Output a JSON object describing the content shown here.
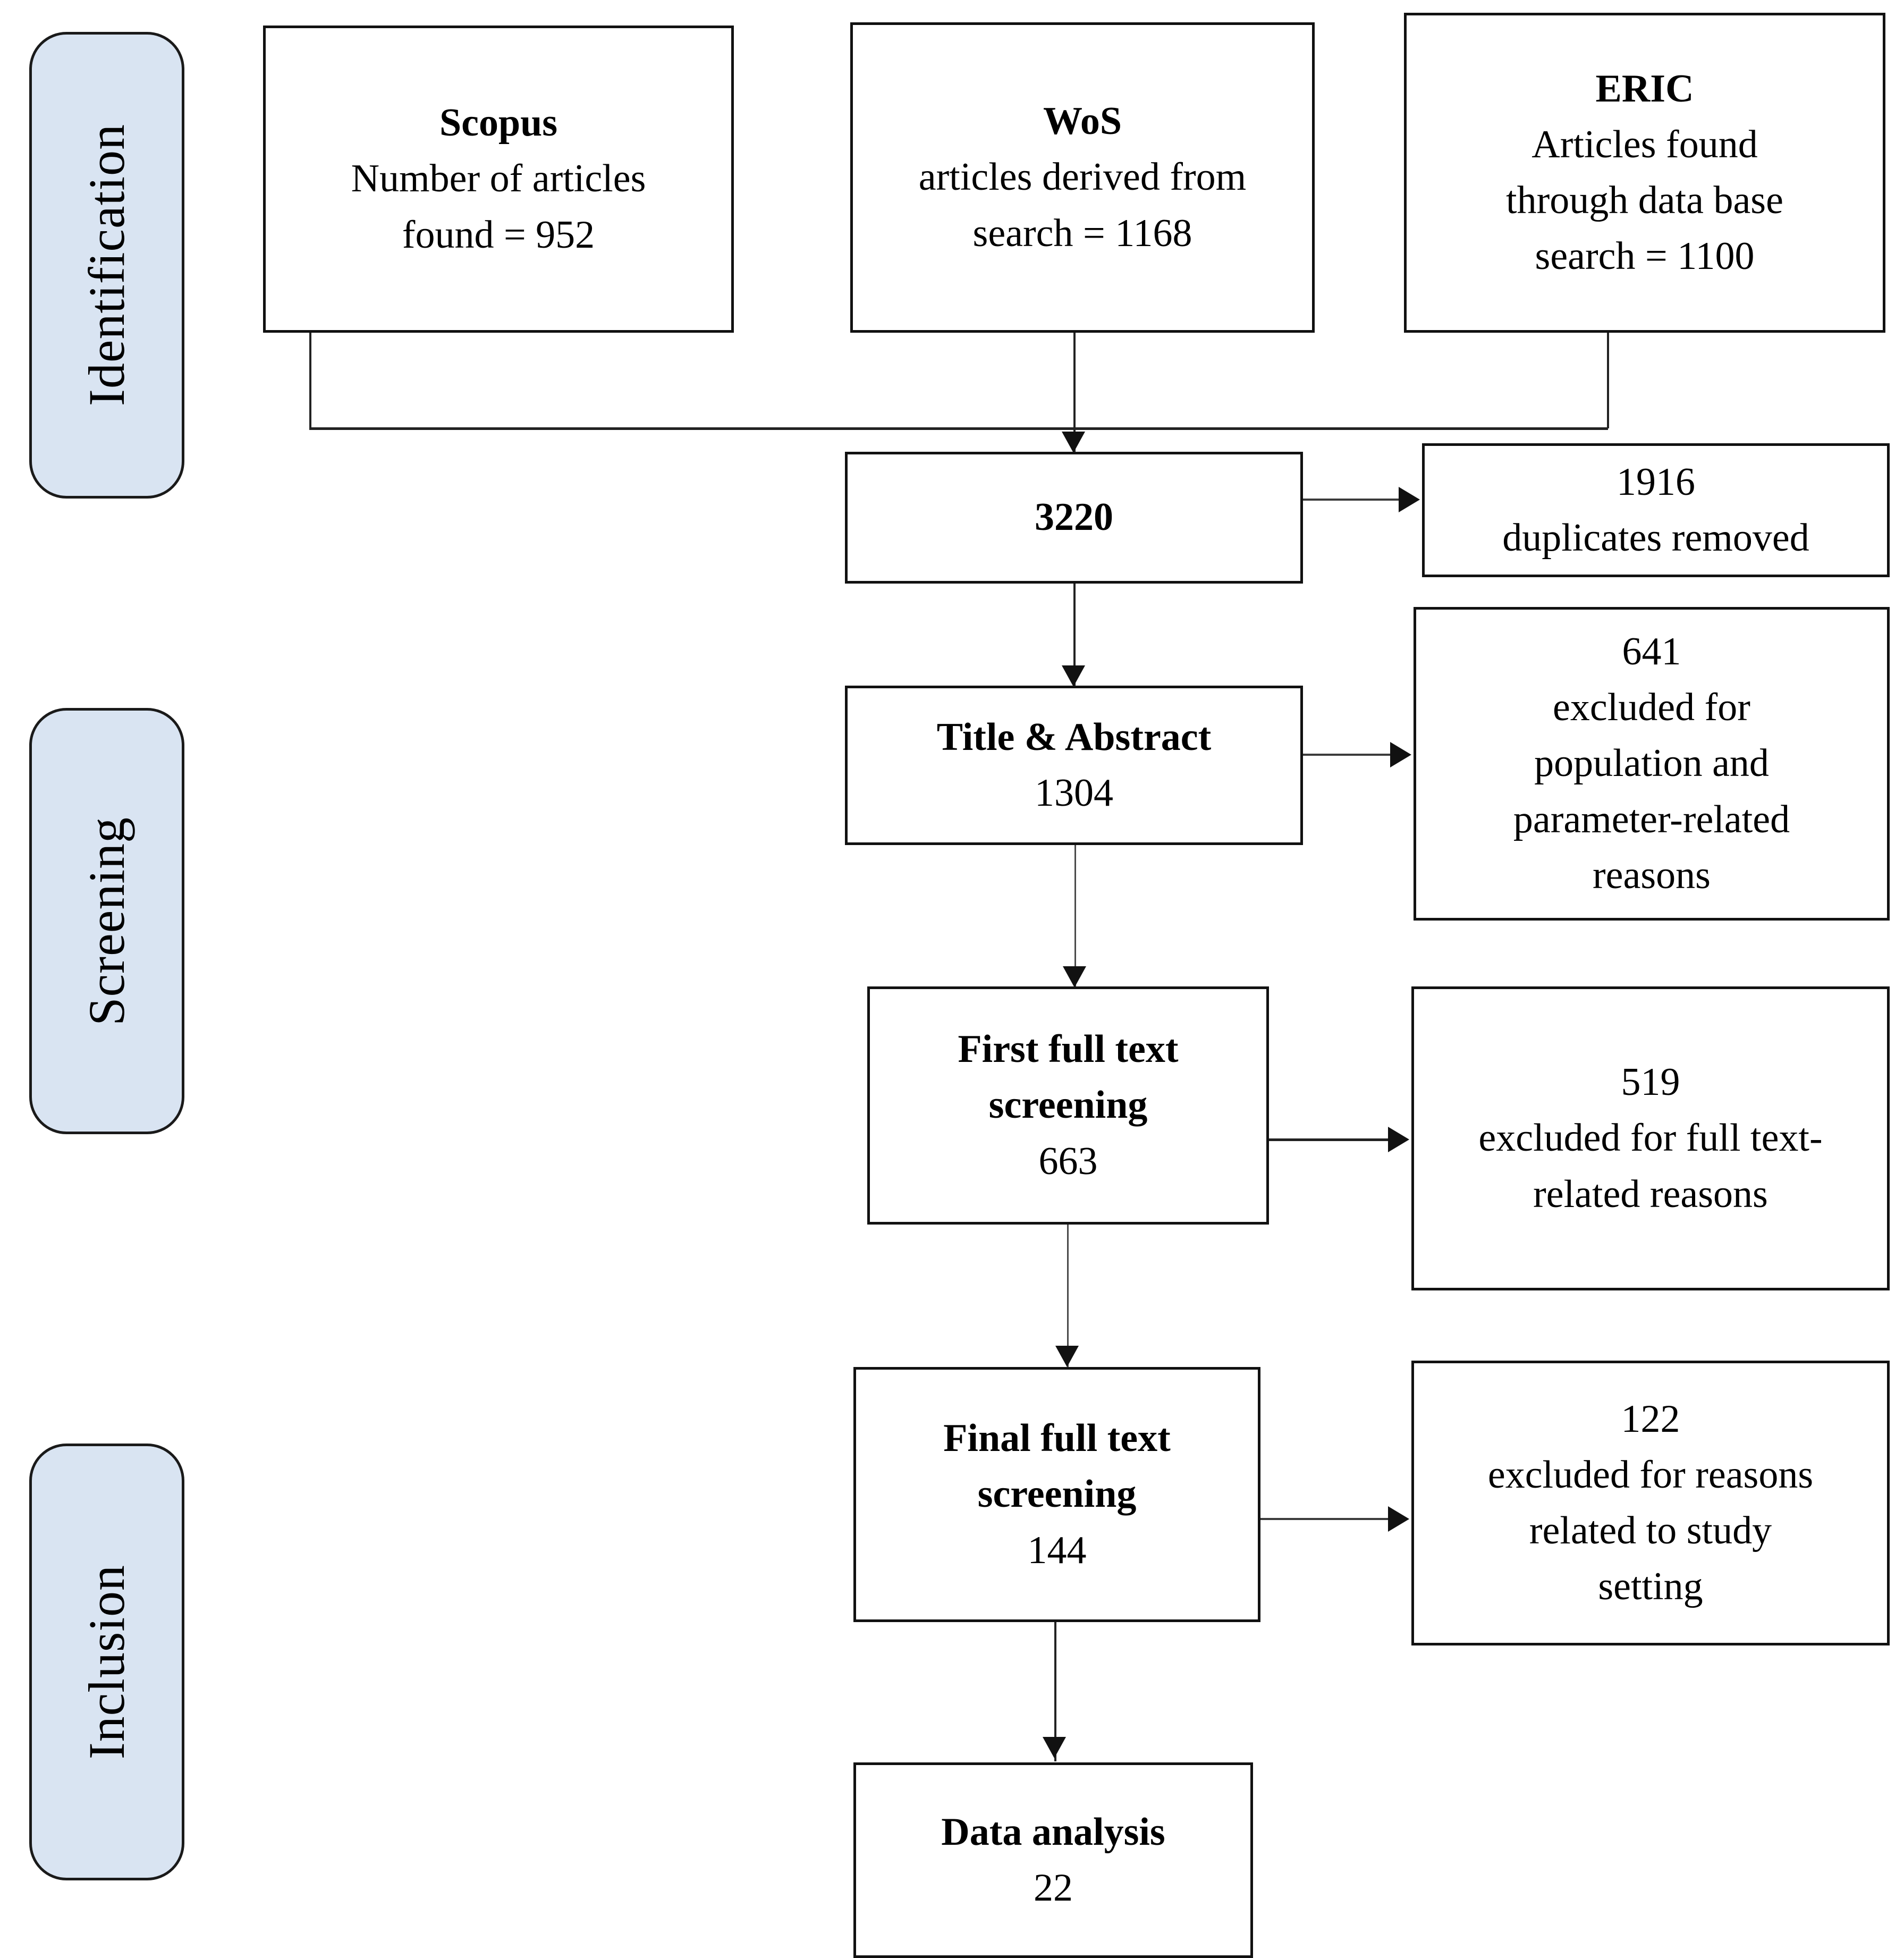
{
  "diagram": {
    "title": "PRISMA flow diagram",
    "type": "prisma-flow"
  },
  "stages": [
    {
      "id": "identification",
      "label": "Identification"
    },
    {
      "id": "screening",
      "label": "Screening"
    },
    {
      "id": "inclusion",
      "label": "Inclusion"
    }
  ],
  "sources": [
    {
      "id": "scopus",
      "name": "Scopus",
      "line2": "Number of articles",
      "line3": "found = 952",
      "count": 952
    },
    {
      "id": "wos",
      "name": "WoS",
      "line2": "articles derived from",
      "line3": "search = 1168",
      "count": 1168
    },
    {
      "id": "eric",
      "name": "ERIC",
      "line2": "Articles found",
      "line3": "through data base",
      "line4": "search = 1100",
      "count": 1100
    }
  ],
  "flow": {
    "records_identified": {
      "value": "3220"
    },
    "title_abstract": {
      "label": "Title & Abstract",
      "value": "1304"
    },
    "first_full_text": {
      "label_line1": "First full text",
      "label_line2": "screening",
      "value": "663"
    },
    "final_full_text": {
      "label_line1": "Final full text",
      "label_line2": "screening",
      "value": "144"
    },
    "data_analysis": {
      "label": "Data analysis",
      "value": "22"
    }
  },
  "exclusions": {
    "duplicates": {
      "count": "1916",
      "line2": "duplicates removed"
    },
    "title_abstract": {
      "count": "641",
      "line2": "excluded for",
      "line3": "population and",
      "line4": "parameter-related",
      "line5": "reasons"
    },
    "first_full_text": {
      "count": "519",
      "line2": "excluded for full text-",
      "line3": "related reasons"
    },
    "final_full_text": {
      "count": "122",
      "line2": "excluded for reasons",
      "line3": "related to study",
      "line4": "setting"
    }
  },
  "colors": {
    "pill_fill": "#d9e4f2",
    "pill_border": "#1a1a1a",
    "box_border": "#111111",
    "connector": "#222222",
    "background": "#ffffff"
  }
}
